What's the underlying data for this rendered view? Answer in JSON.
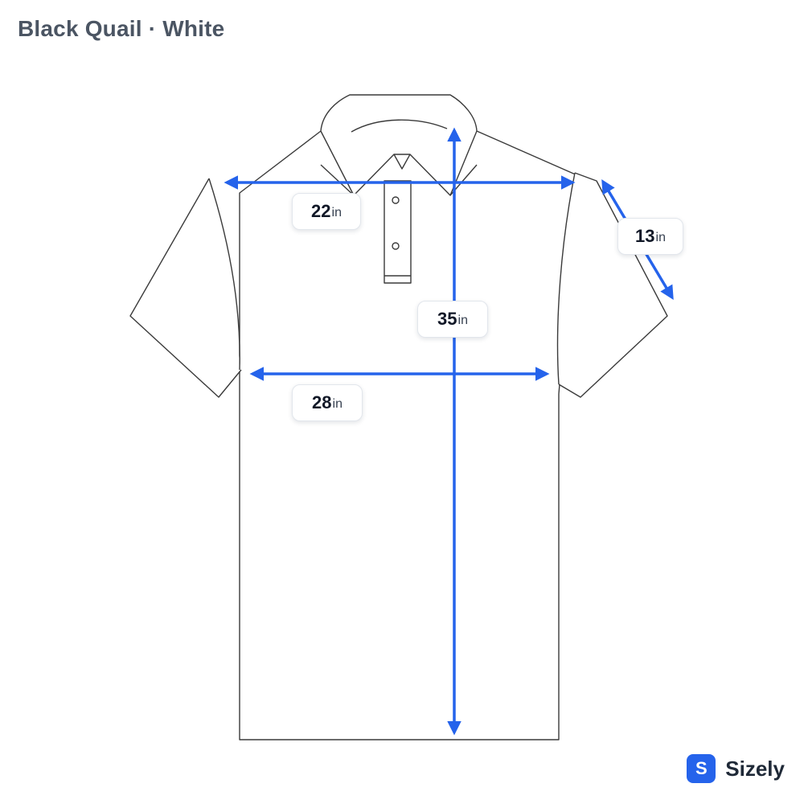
{
  "header": {
    "title": "Black Quail · White"
  },
  "measurements": {
    "chest": {
      "value": "22",
      "unit": "in"
    },
    "sleeve": {
      "value": "13",
      "unit": "in"
    },
    "length": {
      "value": "35",
      "unit": "in"
    },
    "hem": {
      "value": "28",
      "unit": "in"
    }
  },
  "brand": {
    "badge": "S",
    "name": "Sizely"
  },
  "colors": {
    "arrow": "#2563eb",
    "outline": "#3a3a3a",
    "text": "#111827"
  },
  "icons": {
    "logo": "sizely-s-badge"
  }
}
